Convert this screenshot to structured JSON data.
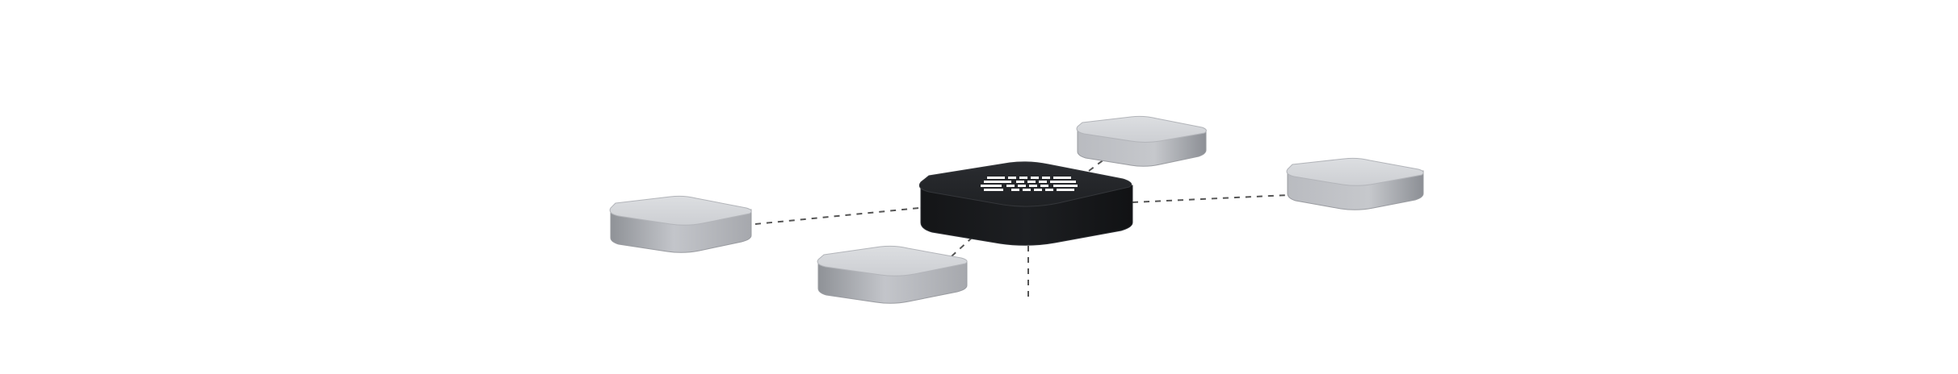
{
  "diagram": {
    "hub": {
      "icon": "server-logo-icon",
      "colors": {
        "top": "#1f2124",
        "side": "#16171a",
        "edge": "#2e3034",
        "logo": "#ffffff"
      }
    },
    "nodes": [
      {
        "name": "node-left",
        "icon": "device-icon"
      },
      {
        "name": "node-bottom-left",
        "icon": "device-icon"
      },
      {
        "name": "node-top-right",
        "icon": "device-icon"
      },
      {
        "name": "node-right",
        "icon": "device-icon"
      }
    ],
    "node_colors": {
      "top": "#d3d5d9",
      "side_light": "#c4c6cb",
      "side_dark": "#8d9096",
      "edge": "#9a9ca1"
    },
    "connector_color": "#555555"
  }
}
